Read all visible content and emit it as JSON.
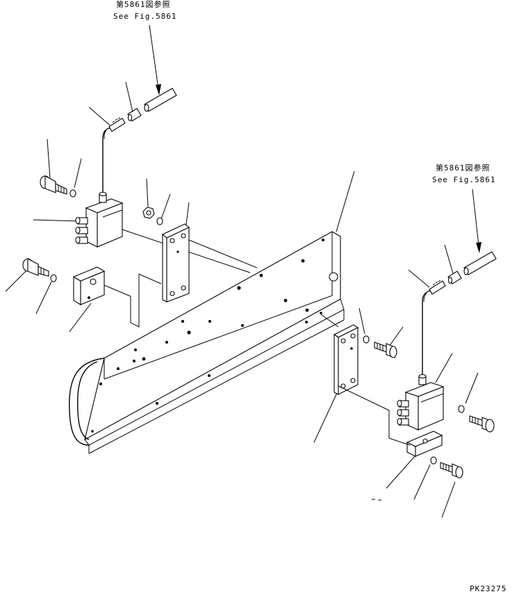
{
  "labels": {
    "ref_top_left_jp": "第5861図参照",
    "ref_top_left_en": "See Fig.5861",
    "ref_right_jp": "第5861図参照",
    "ref_right_en": "See Fig.5861",
    "drawing_code": "PK23275"
  },
  "colors": {
    "line": "#000000",
    "background": "#ffffff"
  }
}
